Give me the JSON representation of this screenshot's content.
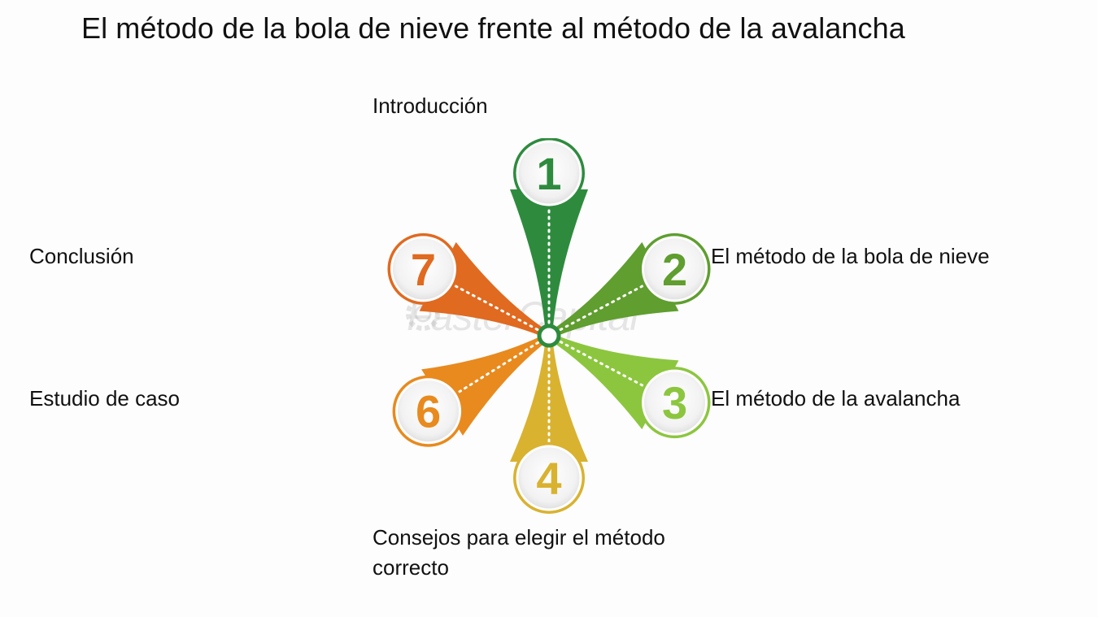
{
  "title": "El método de la bola de nieve frente al método de la avalancha",
  "watermark": "FasterCapital",
  "steps": [
    {
      "number": "1",
      "label": "Introducción",
      "color": "#2e8b3e"
    },
    {
      "number": "2",
      "label": "El método de la bola de nieve",
      "color": "#5f9e2f"
    },
    {
      "number": "3",
      "label": "El método de la avalancha",
      "color": "#8cc63f"
    },
    {
      "number": "4",
      "label": "Consejos para elegir el método correcto",
      "color": "#d9b230"
    },
    {
      "number": "6",
      "label": "Estudio de caso",
      "color": "#e88a1e"
    },
    {
      "number": "7",
      "label": "Conclusión",
      "color": "#e06a20"
    }
  ]
}
